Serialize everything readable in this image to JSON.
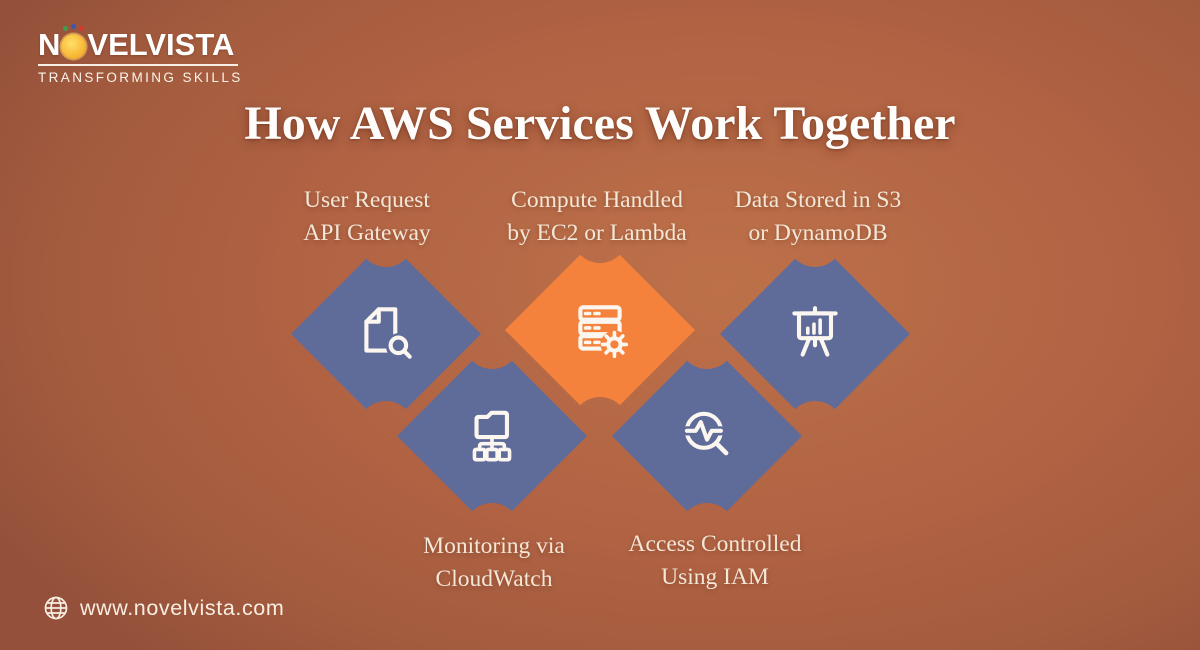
{
  "logo": {
    "brand_n": "N",
    "brand_rest": "VELVISTA",
    "tagline": "TRANSFORMING SKILLS"
  },
  "title": "How AWS Services Work Together",
  "steps": [
    {
      "id": "api-gateway",
      "label_line1": "User Request",
      "label_line2": "API Gateway",
      "icon": "document-search-icon",
      "diamond_color": "blue"
    },
    {
      "id": "compute",
      "label_line1": "Compute Handled",
      "label_line2": "by EC2 or Lambda",
      "icon": "server-gear-icon",
      "diamond_color": "orange"
    },
    {
      "id": "storage",
      "label_line1": "Data Stored in S3",
      "label_line2": "or DynamoDB",
      "icon": "presentation-chart-icon",
      "diamond_color": "blue"
    },
    {
      "id": "monitoring",
      "label_line1": "Monitoring via",
      "label_line2": "CloudWatch",
      "icon": "folder-tree-icon",
      "diamond_color": "blue"
    },
    {
      "id": "iam",
      "label_line1": "Access Controlled",
      "label_line2": "Using IAM",
      "icon": "search-analytics-icon",
      "diamond_color": "blue"
    }
  ],
  "footer": {
    "website": "www.novelvista.com"
  },
  "colors": {
    "background_center": "#bd7149",
    "background_edge": "#94503a",
    "diamond_blue": "#5f6b99",
    "diamond_orange": "#f5823c",
    "icon_stroke": "#fbf6ef",
    "title_text": "#fffdfb",
    "label_text": "#f3e7d8",
    "logo_sun": "#f8bc3a"
  }
}
